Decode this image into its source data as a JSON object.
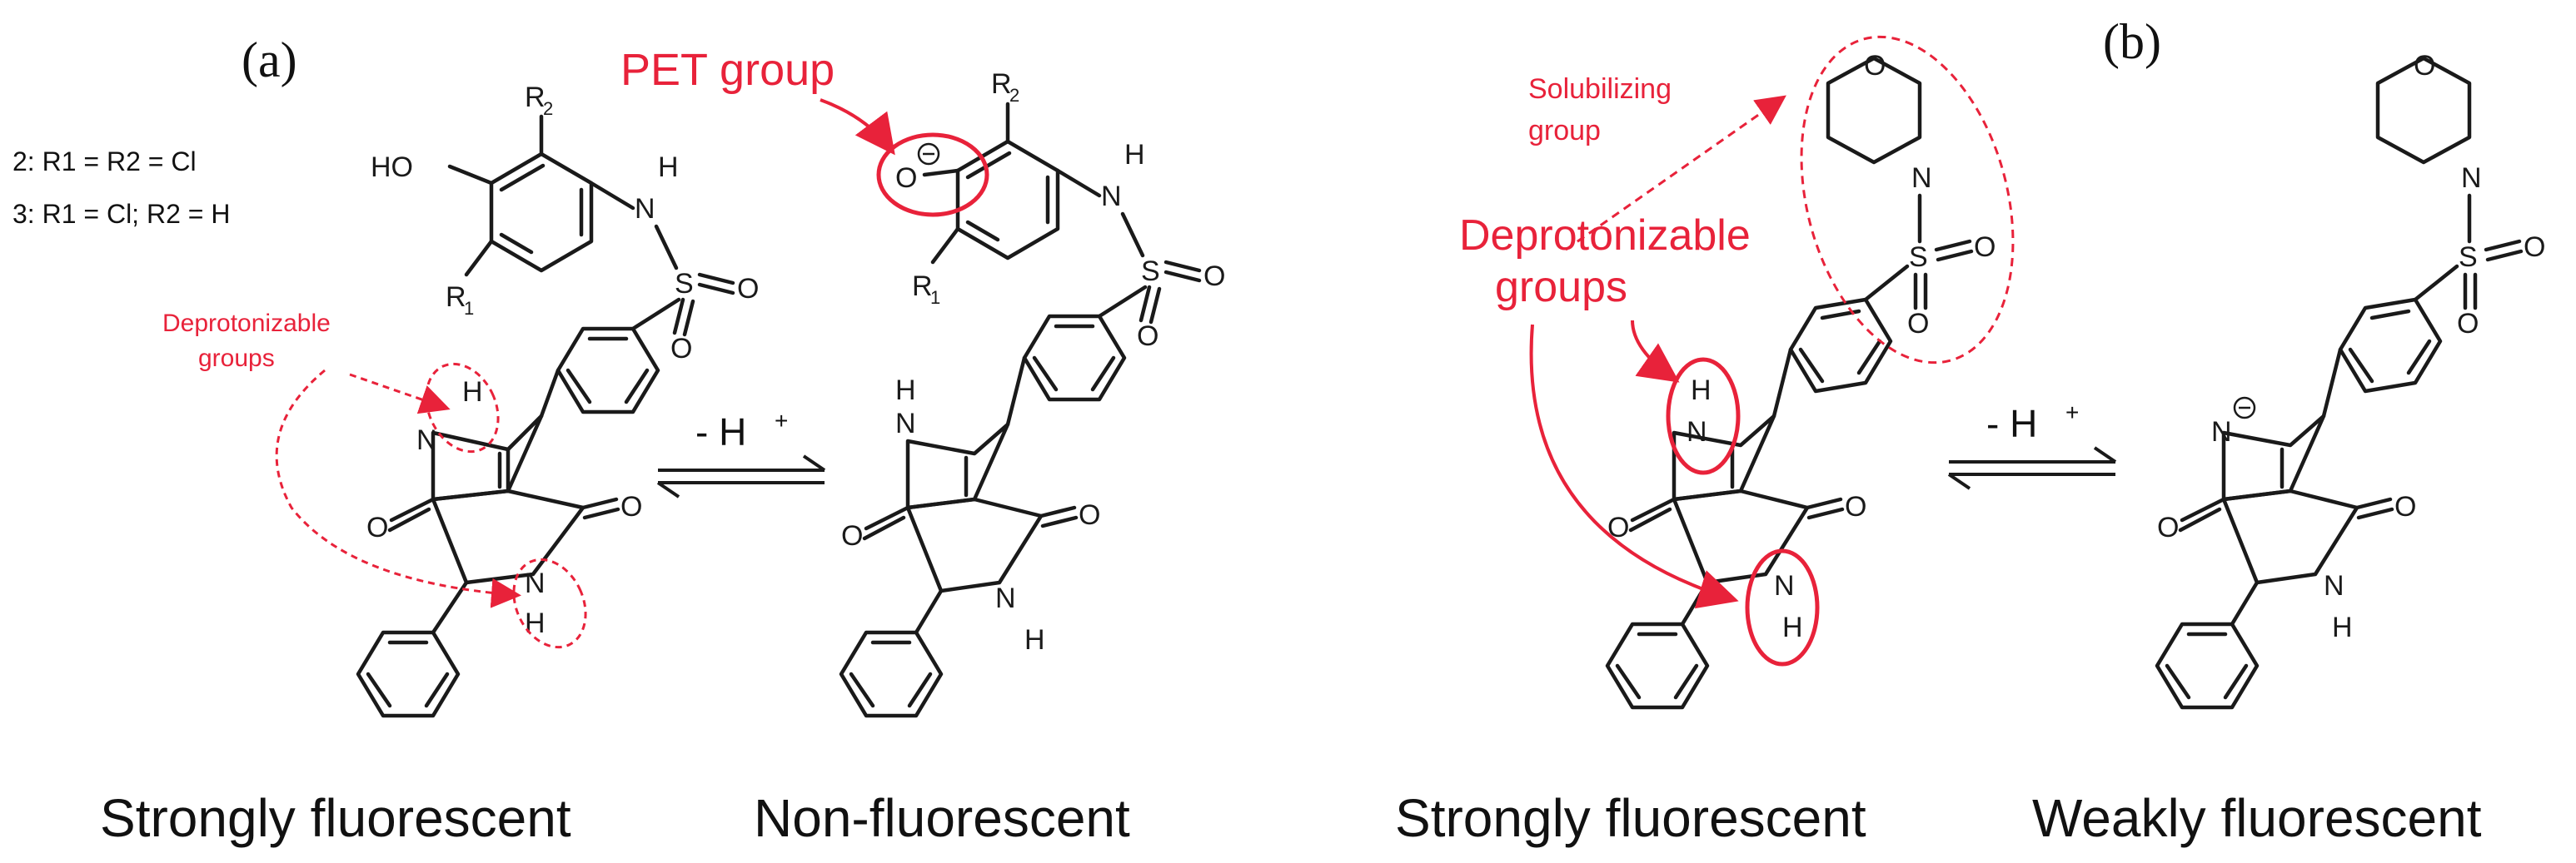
{
  "panels": {
    "a": {
      "label": "(a)",
      "legend": [
        "2: R1 = R2 = Cl",
        "3: R1 = Cl; R2 = H"
      ],
      "pet_label": "PET group",
      "deprot_label_1": "Deprotonizable",
      "deprot_label_2": "groups",
      "arrow_label": "- H",
      "arrow_sup": "+",
      "caption_left": "Strongly fluorescent",
      "caption_right": "Non-fluorescent"
    },
    "b": {
      "label": "(b)",
      "solub_label_1": "Solubilizing",
      "solub_label_2": "group",
      "deprot_label_1": "Deprotonizable",
      "deprot_label_2": "groups",
      "arrow_label": "- H",
      "arrow_sup": "+",
      "caption_left": "Strongly fluorescent",
      "caption_right": "Weakly fluorescent"
    }
  },
  "atoms": {
    "ho": "HO",
    "h": "H",
    "n": "N",
    "s": "S",
    "o": "O",
    "nh_n": "N",
    "r1": "R",
    "r2": "R",
    "sub1": "1",
    "sub2": "2",
    "minus": "−"
  },
  "colors": {
    "accent": "#e8223a",
    "ink": "#1a1a1a"
  }
}
